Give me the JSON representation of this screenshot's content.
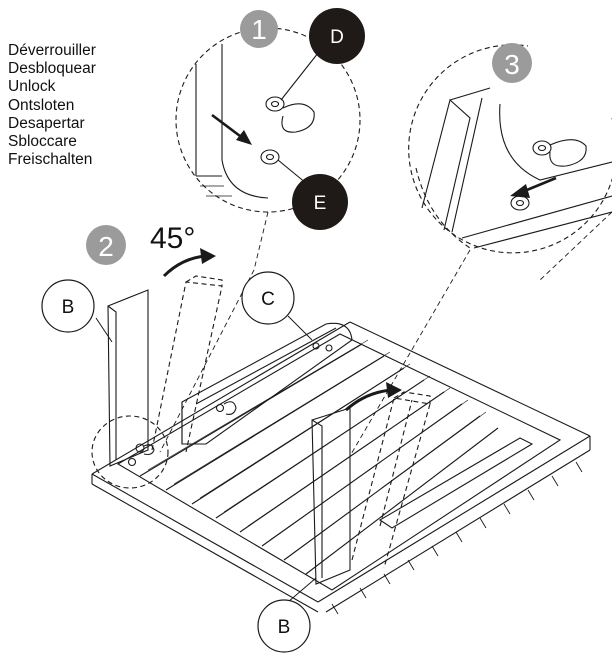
{
  "instructions": {
    "unlock_labels": [
      "Déverrouiller",
      "Desbloquear",
      "Unlock",
      "Ontsloten",
      "Desapertar",
      "Sbloccare",
      "Freischalten"
    ]
  },
  "steps": {
    "step1": "1",
    "step2": "2",
    "step3": "3"
  },
  "parts": {
    "d": "D",
    "e": "E",
    "c": "C",
    "b_top": "B",
    "b_bottom": "B"
  },
  "angle": "45°",
  "colors": {
    "step_badge": "#9b9b9b",
    "dark_badge": "#1f1a17",
    "line": "#1a1a1a"
  }
}
